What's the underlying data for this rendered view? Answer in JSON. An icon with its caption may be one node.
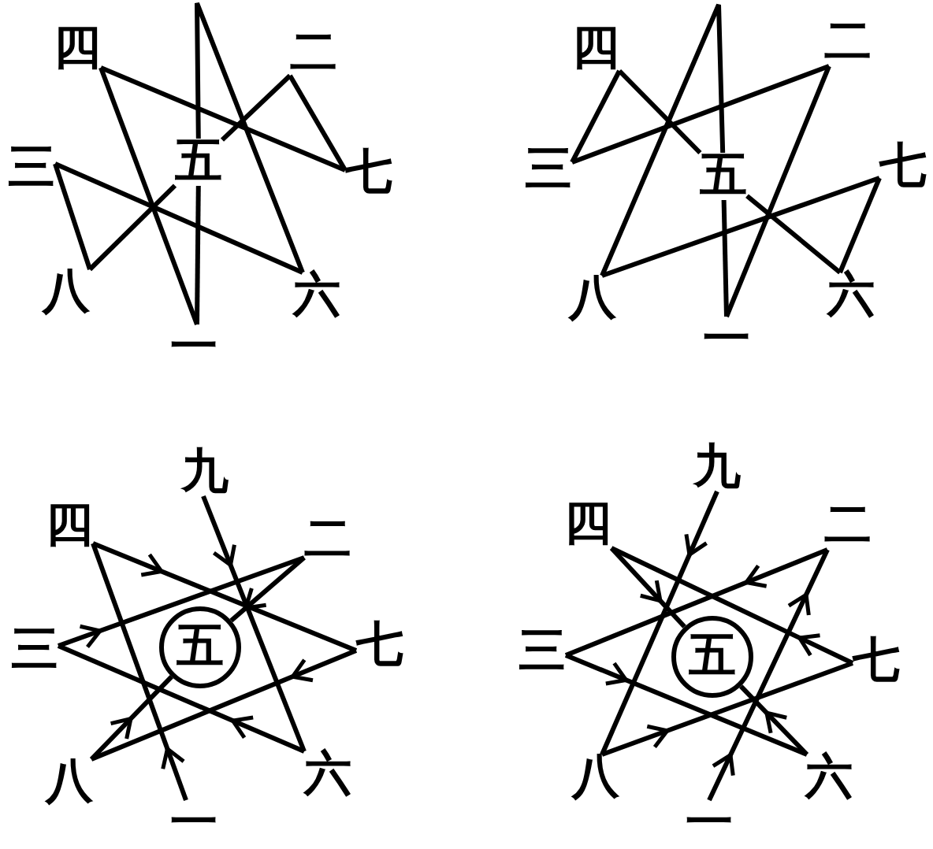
{
  "diagram": {
    "nodes": [
      {
        "text": [
          "四"
        ]
      },
      {
        "text": [
          "二"
        ]
      },
      {
        "text": [
          "三"
        ]
      },
      {
        "text": [
          "五"
        ]
      },
      {
        "text": [
          "七"
        ]
      },
      {
        "text": [
          "八"
        ]
      },
      {
        "text": [
          "六"
        ]
      },
      {
        "text": [
          "一"
        ]
      },
      {
        "text": [
          "四"
        ]
      },
      {
        "text": [
          "二"
        ]
      },
      {
        "text": [
          "三"
        ]
      },
      {
        "text": [
          "五"
        ]
      },
      {
        "text": [
          "七"
        ]
      },
      {
        "text": [
          "八"
        ]
      },
      {
        "text": [
          "六"
        ]
      },
      {
        "text": [
          "一"
        ]
      },
      {
        "text": [
          "九"
        ]
      },
      {
        "text": [
          "四"
        ]
      },
      {
        "text": [
          "二"
        ]
      },
      {
        "text": [
          "三"
        ]
      },
      {
        "text": [
          "五"
        ]
      },
      {
        "text": [
          "七"
        ]
      },
      {
        "text": [
          "八"
        ]
      },
      {
        "text": [
          "六"
        ]
      },
      {
        "text": [
          "一"
        ]
      },
      {
        "text": [
          "九"
        ]
      },
      {
        "text": [
          "四"
        ]
      },
      {
        "text": [
          "二"
        ]
      },
      {
        "text": [
          "三"
        ]
      },
      {
        "text": [
          "五"
        ]
      },
      {
        "text": [
          "七"
        ]
      },
      {
        "text": [
          "八"
        ]
      },
      {
        "text": [
          "六"
        ]
      },
      {
        "text": [
          "一"
        ]
      }
    ],
    "edges": [
      {
        "from": 3,
        "to": 1,
        "arrow": "none"
      },
      {
        "from": 1,
        "to": 4,
        "arrow": "none"
      },
      {
        "from": 4,
        "to": 0,
        "arrow": "none"
      },
      {
        "from": 0,
        "to": 7,
        "arrow": "none"
      },
      {
        "from": 7,
        "to": 3,
        "arrow": "none"
      },
      {
        "from": 3,
        "to": 6,
        "arrow": "none"
      },
      {
        "from": 6,
        "to": 2,
        "arrow": "none"
      },
      {
        "from": 2,
        "to": 5,
        "arrow": "none"
      },
      {
        "from": 5,
        "to": 3,
        "arrow": "none"
      },
      {
        "from": 15,
        "to": 9,
        "arrow": "none"
      },
      {
        "from": 9,
        "to": 10,
        "arrow": "none"
      },
      {
        "from": 10,
        "to": 8,
        "arrow": "none"
      },
      {
        "from": 8,
        "to": 11,
        "arrow": "none"
      },
      {
        "from": 11,
        "to": 14,
        "arrow": "none"
      },
      {
        "from": 14,
        "to": 12,
        "arrow": "none"
      },
      {
        "from": 12,
        "to": 13,
        "arrow": "none"
      },
      {
        "from": 13,
        "to": 11,
        "arrow": "none"
      },
      {
        "from": 11,
        "to": 15,
        "arrow": "none"
      },
      {
        "from": 16,
        "to": 23,
        "arrow": "to"
      },
      {
        "from": 23,
        "to": 19,
        "arrow": "to"
      },
      {
        "from": 19,
        "to": 18,
        "arrow": "to"
      },
      {
        "from": 18,
        "to": 20,
        "arrow": "to"
      },
      {
        "from": 24,
        "to": 17,
        "arrow": "to"
      },
      {
        "from": 17,
        "to": 21,
        "arrow": "to"
      },
      {
        "from": 21,
        "to": 22,
        "arrow": "to"
      },
      {
        "from": 22,
        "to": 20,
        "arrow": "to"
      },
      {
        "from": 33,
        "to": 27,
        "arrow": "to"
      },
      {
        "from": 27,
        "to": 28,
        "arrow": "to"
      },
      {
        "from": 28,
        "to": 32,
        "arrow": "to"
      },
      {
        "from": 32,
        "to": 29,
        "arrow": "to"
      },
      {
        "from": 25,
        "to": 31,
        "arrow": "to"
      },
      {
        "from": 31,
        "to": 30,
        "arrow": "to"
      },
      {
        "from": 30,
        "to": 26,
        "arrow": "to"
      },
      {
        "from": 26,
        "to": 29,
        "arrow": "to"
      }
    ]
  }
}
